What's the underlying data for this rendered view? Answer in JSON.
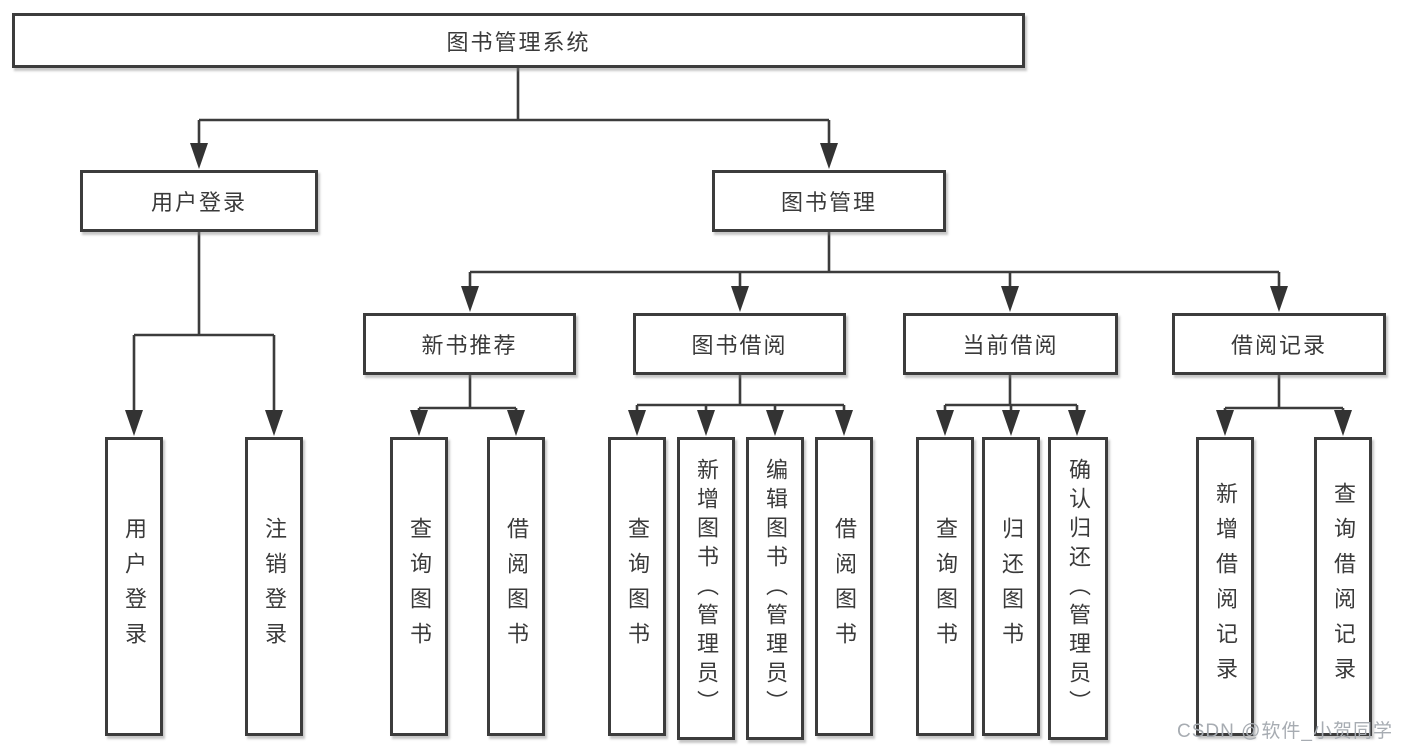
{
  "tree": {
    "root": {
      "label": "图书管理系统",
      "children": [
        {
          "label": "用户登录",
          "children": [
            {
              "label": "用户登录"
            },
            {
              "label": "注销登录"
            }
          ]
        },
        {
          "label": "图书管理",
          "children": [
            {
              "label": "新书推荐",
              "children": [
                {
                  "label": "查询图书"
                },
                {
                  "label": "借阅图书"
                }
              ]
            },
            {
              "label": "图书借阅",
              "children": [
                {
                  "label": "查询图书"
                },
                {
                  "label": "新增图书（管理员）"
                },
                {
                  "label": "编辑图书（管理员）"
                },
                {
                  "label": "借阅图书"
                }
              ]
            },
            {
              "label": "当前借阅",
              "children": [
                {
                  "label": "查询图书"
                },
                {
                  "label": "归还图书"
                },
                {
                  "label": "确认归还（管理员）"
                }
              ]
            },
            {
              "label": "借阅记录",
              "children": [
                {
                  "label": "新增借阅记录"
                },
                {
                  "label": "查询借阅记录"
                }
              ]
            }
          ]
        }
      ]
    }
  },
  "watermark": {
    "text": "CSDN @软件_小贺同学"
  },
  "colors": {
    "line": "#3c3c3c",
    "box_fill": "#ffffff",
    "text": "#3a3a3a",
    "watermark": "#a7acb2"
  }
}
